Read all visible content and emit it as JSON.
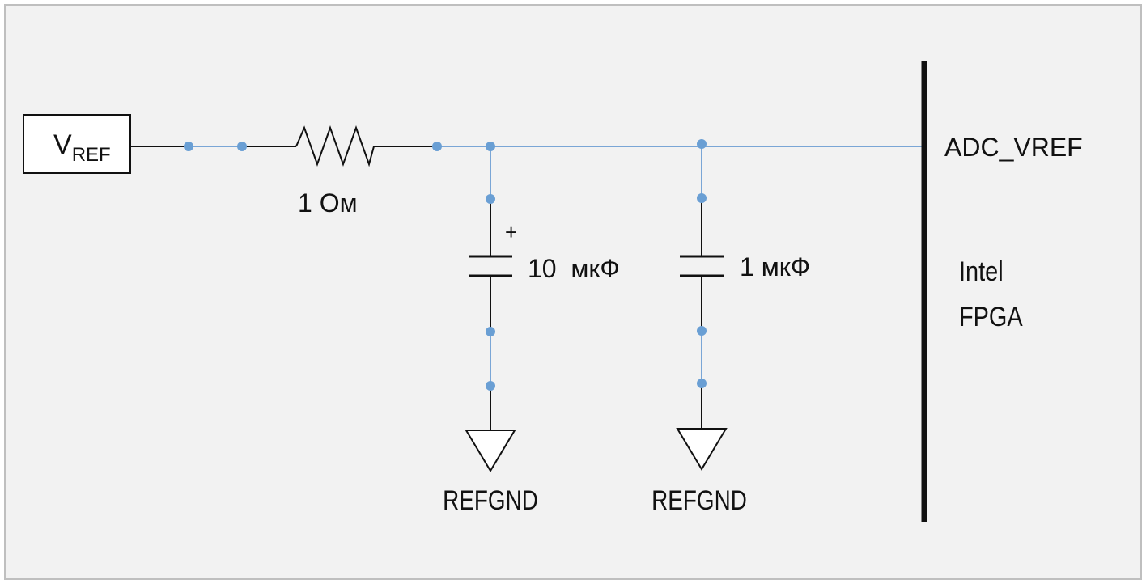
{
  "diagram": {
    "source": {
      "label_main": "V",
      "label_sub": "REF"
    },
    "resistor": {
      "label": "1 Ом"
    },
    "capacitor_1": {
      "polarity": "+",
      "label": "10  мкФ"
    },
    "capacitor_2": {
      "label": "1 мкФ"
    },
    "ground_1": {
      "label": "REFGND"
    },
    "ground_2": {
      "label": "REFGND"
    },
    "pin": {
      "label": "ADC_VREF"
    },
    "device": {
      "line1": "Intel",
      "line2": "FPGA"
    },
    "colors": {
      "background": "#f2f2f2",
      "border": "#bfbfbf",
      "wire_blue": "#7aa6d6",
      "node_blue": "#6a9fd4",
      "wire_black": "#111111"
    }
  }
}
